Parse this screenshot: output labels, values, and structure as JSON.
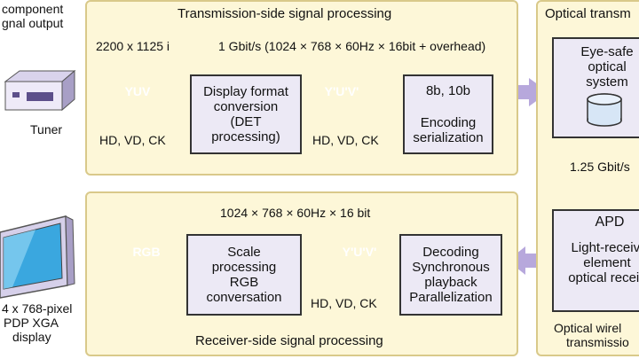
{
  "left_top": {
    "line1": "component",
    "line2": "gnal output"
  },
  "tuner": {
    "label": "Tuner"
  },
  "display": {
    "line1": "4 x 768-pixel",
    "line2": "PDP XGA",
    "line3": "display"
  },
  "tx_panel": {
    "title": "Transmission-side signal processing",
    "format": "2200 x 1125 i",
    "rate": "1 Gbit/s (1024 × 768 × 60Hz × 16bit + overhead)",
    "arrow1": "YUV",
    "sync1": "HD, VD, CK",
    "box1": "Display format\nconversion\n(DET\nprocessing)",
    "arrow2": "Y'U'V'",
    "sync2": "HD, VD, CK",
    "box2_top": "8b, 10b",
    "box2_bottom": "Encoding\nserialization"
  },
  "rx_panel": {
    "title": "Receiver-side signal processing",
    "format": "1024 × 768 × 60Hz × 16 bit",
    "arrow_rgb": "RGB",
    "box_scale": "Scale\nprocessing\nRGB\nconversation",
    "arrow_yuv": "Y'U'V'",
    "sync": "HD, VD, CK",
    "box_decode": "Decoding\nSynchronous\nplayback\nParallelization"
  },
  "optical": {
    "title": "Optical transm",
    "eye_box": "Eye-safe\noptical\nsystem",
    "rate": "1.25 Gbit/s",
    "apd_title": "APD",
    "apd_text": "Light-receivi\nelement\noptical receiv",
    "bottom1": "Optical wirel",
    "bottom2": "transmissio"
  }
}
